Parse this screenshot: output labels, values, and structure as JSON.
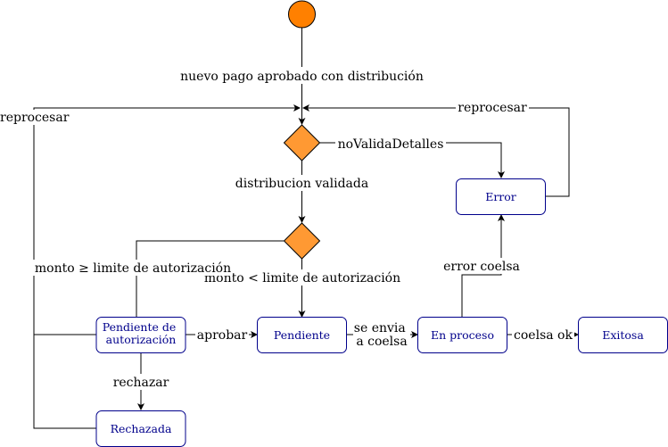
{
  "nodes": {
    "pendiente_autorizacion": [
      "Pendiente de",
      "autorización"
    ],
    "pendiente": "Pendiente",
    "en_proceso": "En proceso",
    "exitosa": "Exitosa",
    "error": "Error",
    "rechazada": "Rechazada"
  },
  "edges": {
    "nuevo_pago": "nuevo pago aprobado con distribución",
    "reprocesar_left": "reprocesar",
    "reprocesar_right": "reprocesar",
    "no_valida_detalles": "noValidaDetalles",
    "distribucion_validada": "distribucion validada",
    "monto_mayor": "monto ≥ limite de autorización",
    "monto_menor": "monto < limite de autorización",
    "error_coelsa": "error coelsa",
    "aprobar": "aprobar",
    "se_envia": [
      "se envia",
      "a coelsa"
    ],
    "coelsa_ok": "coelsa ok",
    "rechazar": "rechazar"
  },
  "colors": {
    "start": "#ff8000",
    "decision": "#ff9933",
    "node_border": "#00008b",
    "node_text": "#00008b"
  }
}
